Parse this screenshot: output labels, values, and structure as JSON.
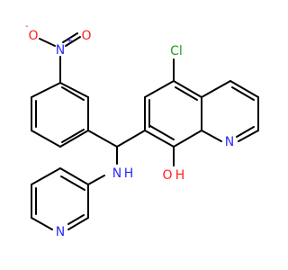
{
  "diagram": {
    "atoms": {
      "chlorine": "Cl",
      "nitro_nitrogen": "N",
      "nitro_oxygen_left": "O",
      "nitro_oxygen_right": "O",
      "nitro_charge_positive": "+",
      "nitro_charge_negative": "-",
      "quinoline_nitrogen": "N",
      "amine_nitrogen": "N",
      "amine_hydrogen": "H",
      "pyridine_nitrogen": "N",
      "hydroxyl_oxygen": "O",
      "hydroxyl_hydrogen": "H"
    },
    "colors": {
      "bond": "#000000",
      "chlorine": "#1f9e1f",
      "nitrogen": "#2a2aff",
      "oxygen": "#ff2020"
    }
  }
}
